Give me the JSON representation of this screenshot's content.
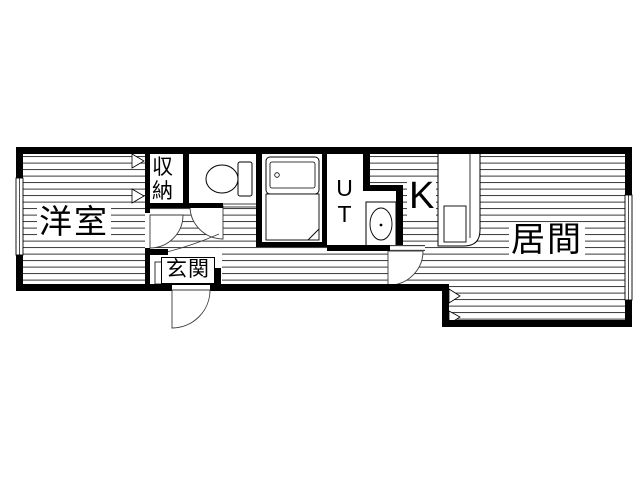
{
  "plan": {
    "type": "apartment-floor-plan",
    "rooms": {
      "western_room": {
        "label": "洋室"
      },
      "storage": {
        "label": "収納"
      },
      "entrance": {
        "label": "玄関"
      },
      "utility": {
        "label": "UT"
      },
      "kitchen": {
        "label": "K"
      },
      "living_room": {
        "label": "居間"
      }
    },
    "colors": {
      "wall": "#000000",
      "hatch_line": "#222222",
      "background": "#ffffff"
    }
  }
}
